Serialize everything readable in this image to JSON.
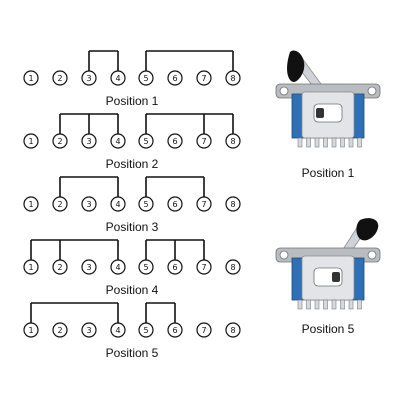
{
  "diagram": {
    "pin_labels": [
      "1",
      "2",
      "3",
      "4",
      "5",
      "6",
      "7",
      "8"
    ],
    "rows": [
      {
        "caption": "Position 1",
        "links": [
          [
            3,
            4
          ],
          [
            5,
            8
          ]
        ]
      },
      {
        "caption": "Position 2",
        "links": [
          [
            2,
            3,
            4
          ],
          [
            5,
            7,
            8
          ]
        ]
      },
      {
        "caption": "Position 3",
        "links": [
          [
            2,
            4
          ],
          [
            5,
            7
          ]
        ]
      },
      {
        "caption": "Position 4",
        "links": [
          [
            1,
            2,
            4
          ],
          [
            5,
            6,
            7
          ]
        ]
      },
      {
        "caption": "Position 5",
        "links": [
          [
            1,
            4
          ],
          [
            5,
            6
          ]
        ]
      }
    ]
  },
  "photos": [
    {
      "caption": "Position 1",
      "lever": "left"
    },
    {
      "caption": "Position 5",
      "lever": "right"
    }
  ],
  "colors": {
    "line": "#111111",
    "board": "#2f6fb5",
    "metal": "#c9ccd1",
    "tip": "#111111"
  }
}
